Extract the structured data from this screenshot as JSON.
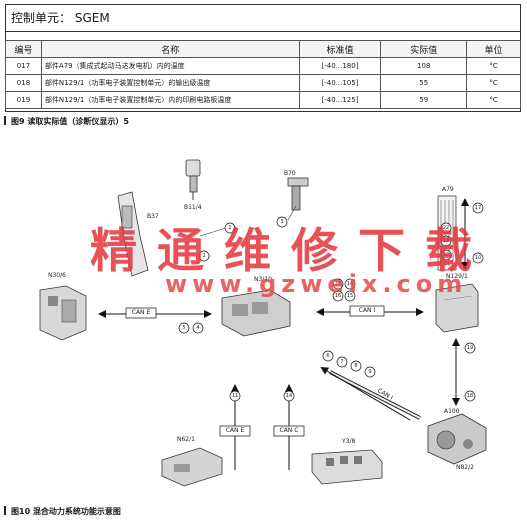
{
  "control_unit": {
    "label": "控制单元：",
    "value": "SGEM"
  },
  "table": {
    "headers": [
      "编号",
      "名称",
      "标准值",
      "实际值",
      "单位"
    ],
    "rows": [
      {
        "id": "017",
        "name": "部件A79（集成式起动马达发电机）内的温度",
        "std": "[-40...180]",
        "actual": "108",
        "unit": "°C"
      },
      {
        "id": "018",
        "name": "部件N129/1（功率电子装置控制单元）的输出级温度",
        "std": "[-40...105]",
        "actual": "55",
        "unit": "°C"
      },
      {
        "id": "019",
        "name": "部件N129/1（功率电子装置控制单元）内的印刷电路板温度",
        "std": "[-40...125]",
        "actual": "59",
        "unit": "°C"
      }
    ]
  },
  "caption1": "图9  读取实际值（诊断仪显示）5",
  "caption2": "图10  混合动力系统功能示意图",
  "watermark": {
    "line1": "精通维修下载",
    "line2": "www.gzweix.com"
  },
  "diagram": {
    "components": {
      "b11_4": "B11/4",
      "b70": "B70",
      "b37": "B37",
      "a79": "A79",
      "n30_6": "N30/6",
      "n3_10": "N3/10",
      "n129_1": "N129/1",
      "a100": "A100",
      "n82_2": "N82/2",
      "n62_1": "N62/1",
      "y3_8": "Y3/8"
    },
    "buses": {
      "can_e_left": "CAN E",
      "can_i_right": "CAN I",
      "can_i_diag": "CAN I",
      "can_e_bottom": "CAN E",
      "can_c_bottom": "CAN C"
    },
    "markers": {
      "m1": "1",
      "m2": "2",
      "m3": "3",
      "m17": "17",
      "m22": "22",
      "m13": "13",
      "m12": "12",
      "m10": "10",
      "m5": "5",
      "m4": "4",
      "m11": "11",
      "m14": "14",
      "m16": "16",
      "m15": "15",
      "m19": "19",
      "m18": "18",
      "m6": "6",
      "m7": "7",
      "m8": "8",
      "m9": "9",
      "mb11": "11",
      "mb14": "14"
    }
  }
}
